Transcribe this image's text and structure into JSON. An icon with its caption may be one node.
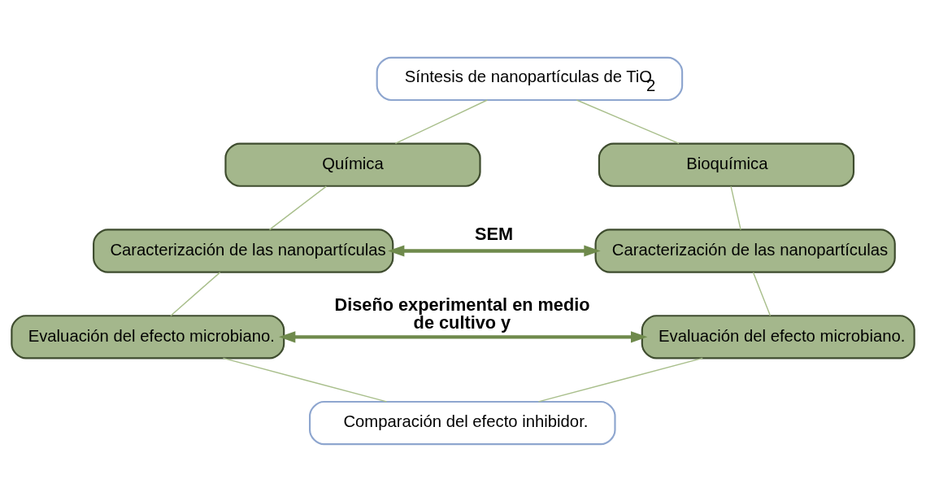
{
  "diagram": {
    "nodes": [
      {
        "text": [
          "Síntesis de nanopartículas de TiO$_{2}$"
        ]
      },
      {
        "text": [
          "Química"
        ]
      },
      {
        "text": [
          "Bioquímica"
        ]
      },
      {
        "text": [
          "Caracterización de las nanopartículas"
        ]
      },
      {
        "text": [
          "Caracterización de las nanopartículas"
        ]
      },
      {
        "text": [
          "Evaluación del efecto microbiano."
        ]
      },
      {
        "text": [
          "Evaluación del efecto microbiano."
        ]
      },
      {
        "text": [
          "Comparación del efecto inhibidor."
        ]
      }
    ],
    "edges": [
      {
        "from": 0,
        "to": 1,
        "arrow": "none"
      },
      {
        "from": 0,
        "to": 2,
        "arrow": "none"
      },
      {
        "from": 1,
        "to": 3,
        "arrow": "none"
      },
      {
        "from": 2,
        "to": 4,
        "arrow": "none"
      },
      {
        "from": 3,
        "to": 4,
        "arrow": "both",
        "label": "SEM",
        "style": "thick",
        "color": "#6f8a4c"
      },
      {
        "from": 3,
        "to": 5,
        "arrow": "none"
      },
      {
        "from": 4,
        "to": 6,
        "arrow": "none"
      },
      {
        "from": 5,
        "to": 6,
        "arrow": "both",
        "label": "Diseño experimental en medio de cultivo y",
        "style": "thick",
        "color": "#6f8a4c"
      },
      {
        "from": 5,
        "to": 7,
        "arrow": "none"
      },
      {
        "from": 6,
        "to": 7,
        "arrow": "none"
      }
    ]
  }
}
